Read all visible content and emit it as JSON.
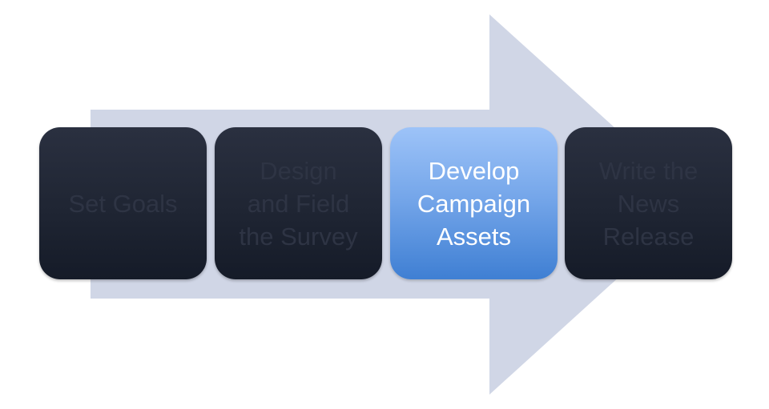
{
  "diagram": {
    "steps": [
      {
        "label": "Set Goals",
        "state": "inactive"
      },
      {
        "label": "Design\nand Field\nthe Survey",
        "state": "inactive"
      },
      {
        "label": "Develop\nCampaign\nAssets",
        "state": "active"
      },
      {
        "label": "Write the\nNews\nRelease",
        "state": "inactive"
      }
    ]
  },
  "colors": {
    "arrow": "#d0d6e6",
    "step_dark": "#1f2533",
    "step_dark_text": "#2e3444",
    "step_active": "#76a7ea",
    "step_active_text": "#ffffff"
  }
}
